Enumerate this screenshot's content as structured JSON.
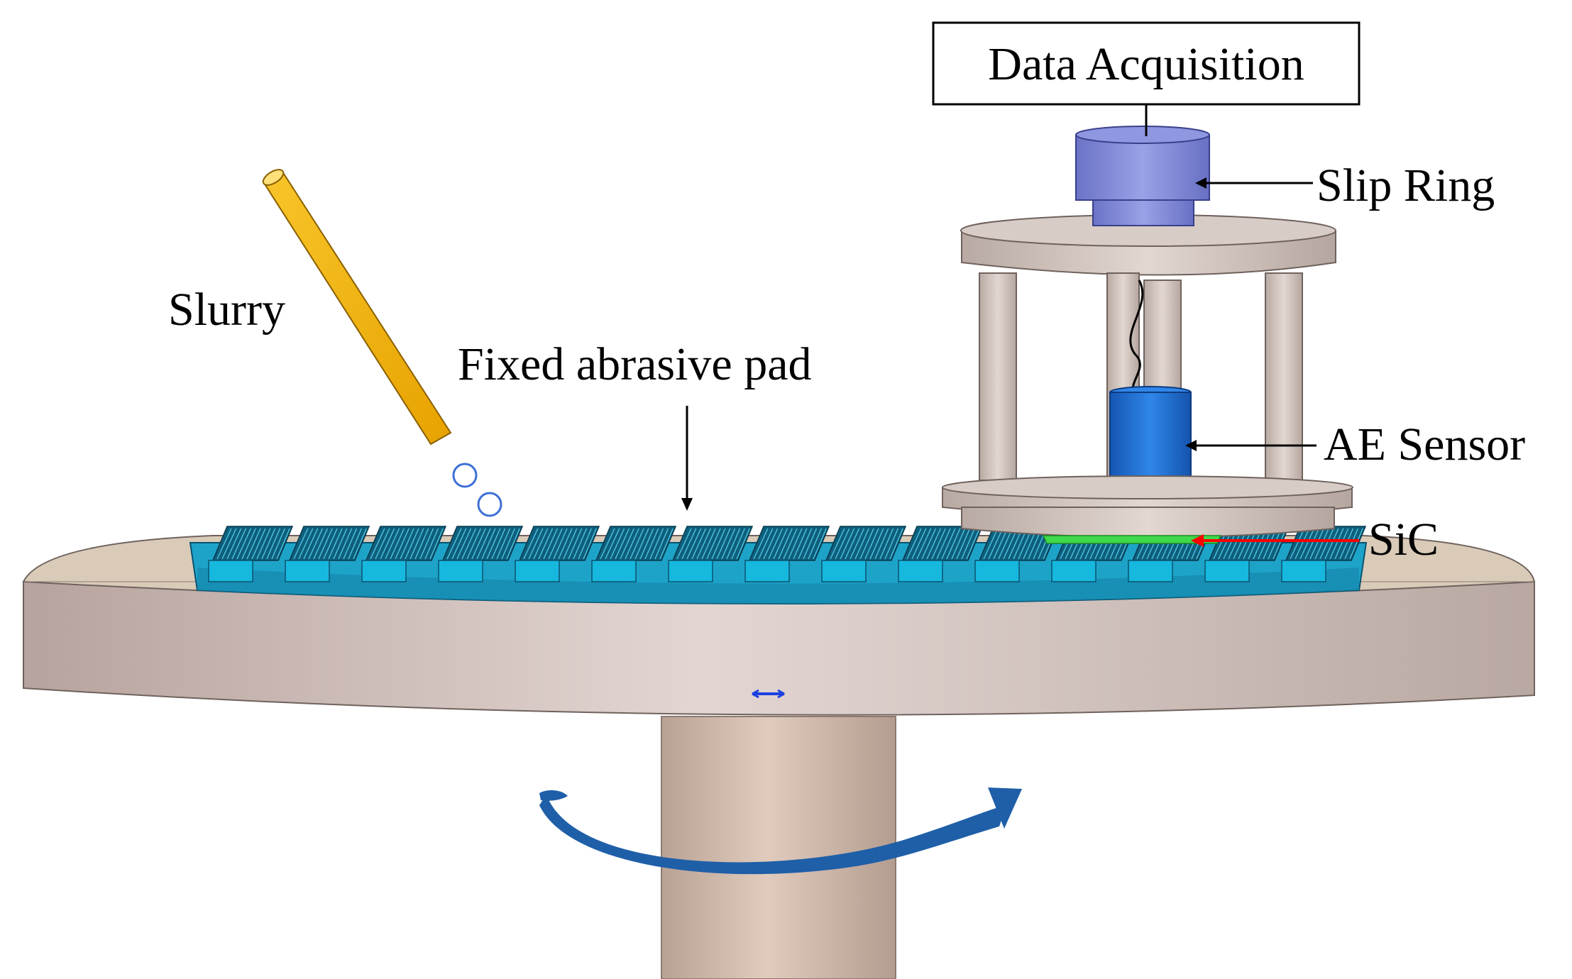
{
  "labels": {
    "data_acquisition": "Data Acquisition",
    "slip_ring": "Slip Ring",
    "slurry": "Slurry",
    "fixed_abrasive_pad": "Fixed abrasive pad",
    "ae_sensor": "AE Sensor",
    "sic": "SiC"
  },
  "colors": {
    "platen": "#c2b1ac",
    "platen_top": "#d8cfc6",
    "shaft": "#c9b3a6",
    "pad": "#1ea3c8",
    "pad_ridge": "#0e5f7c",
    "slip_ring": "#7f86d6",
    "fixture": "#cdbfb8",
    "sensor": "#1f6fd1",
    "slurry_tube": "#f4b400",
    "droplet": "#3d6fd6",
    "sic_wafer": "#3fd94a",
    "sic_arrow": "#ff0000",
    "rotation_arrow": "#1f5fa8"
  },
  "icons": {
    "rotation": "curved-arrow-icon",
    "leader": "arrow-icon"
  }
}
